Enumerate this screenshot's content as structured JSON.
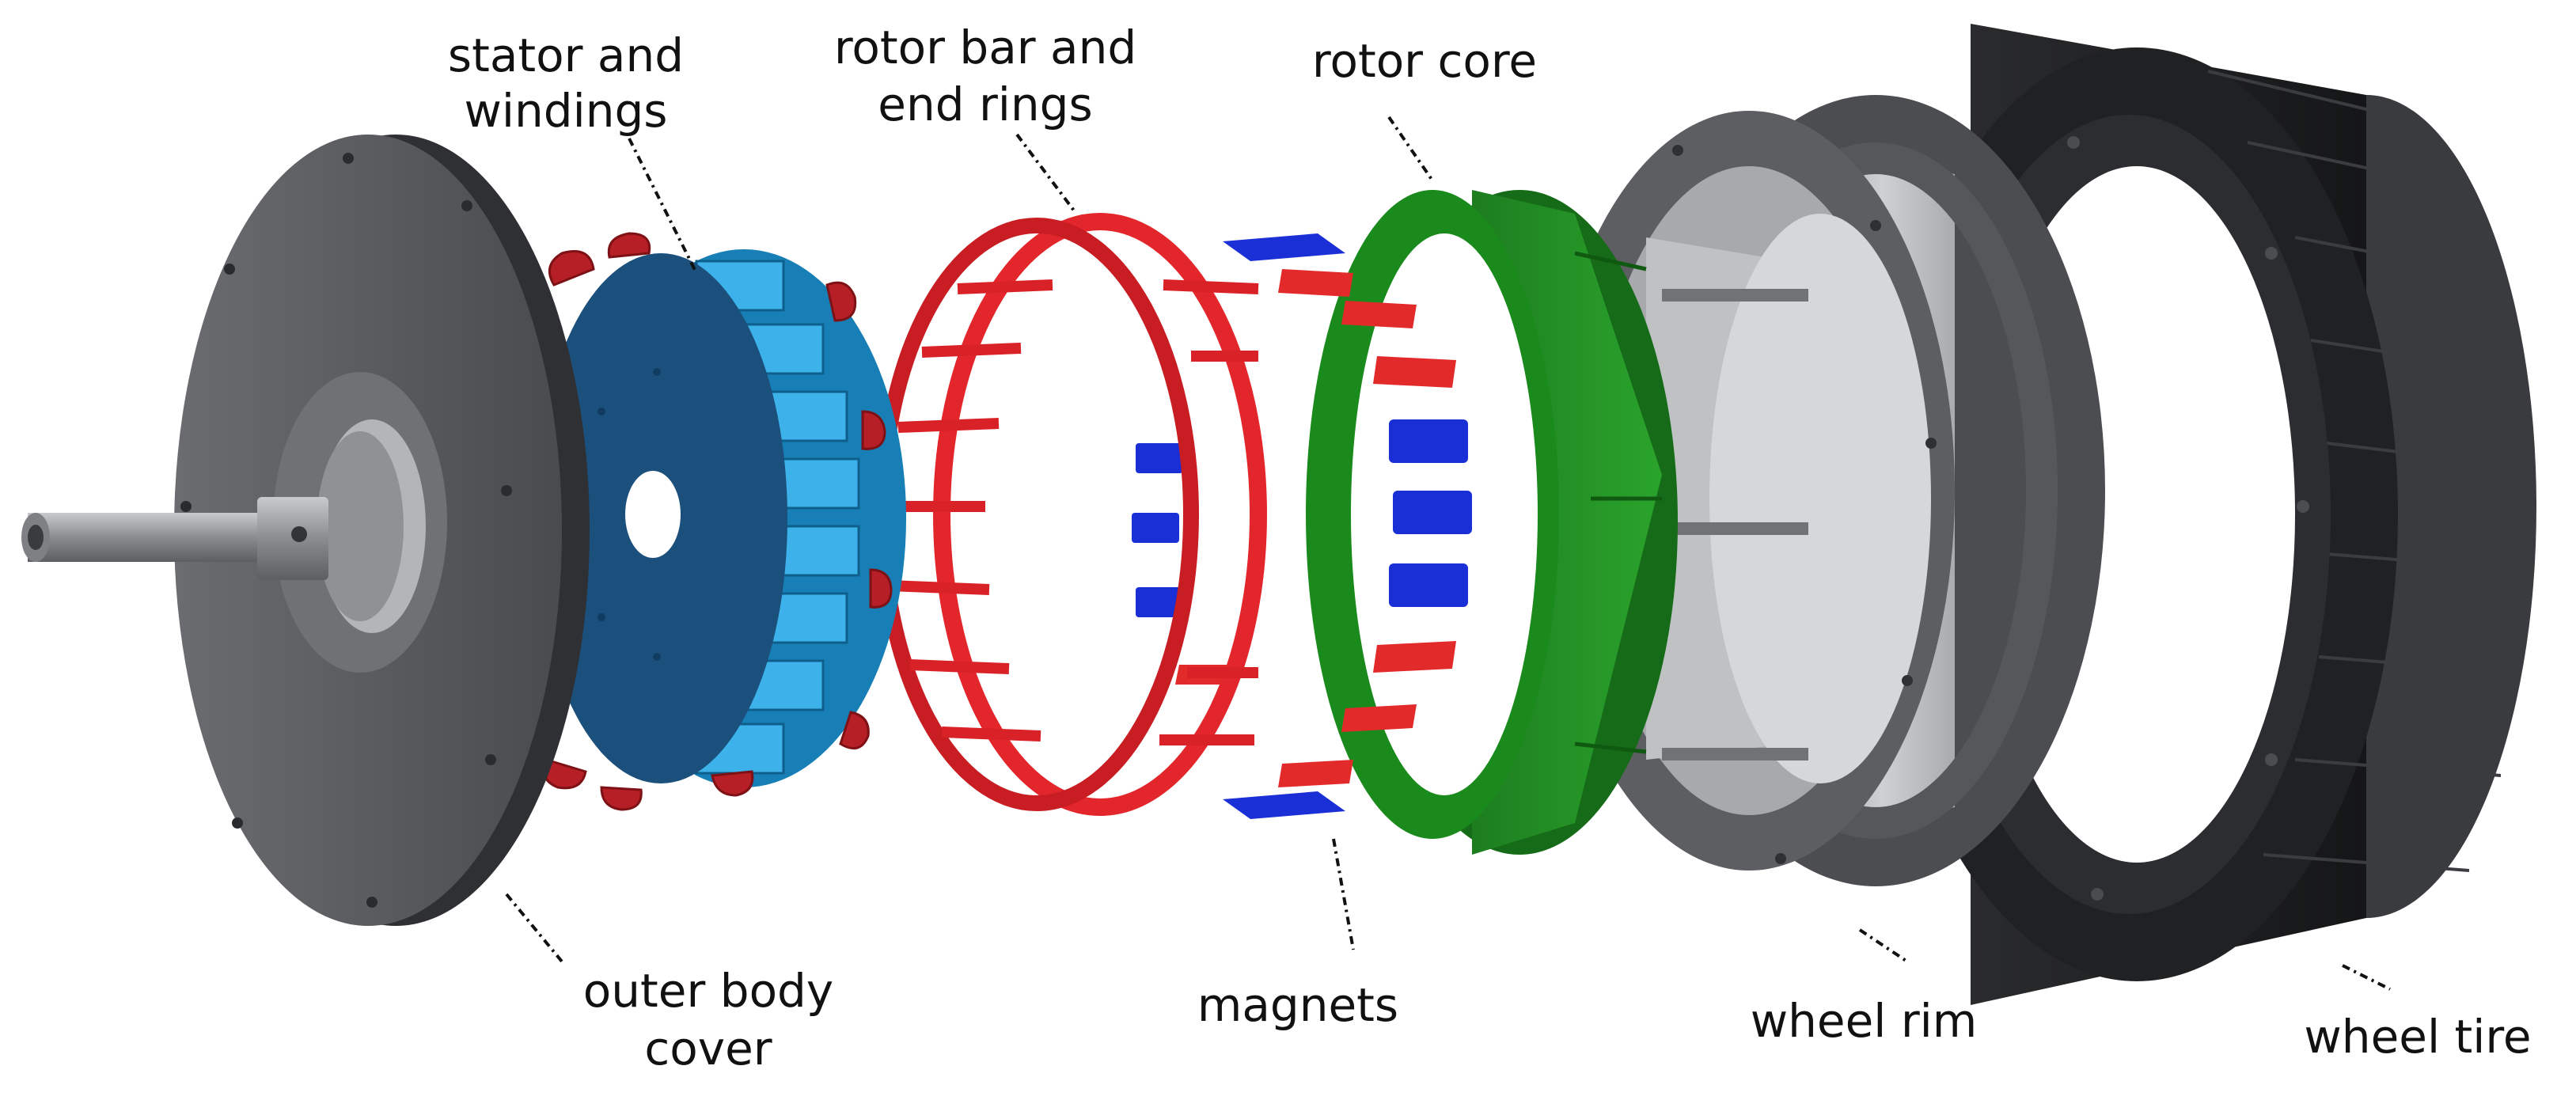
{
  "labels": {
    "stator": [
      "stator and",
      "windings"
    ],
    "rotor_bar": [
      "rotor bar and",
      "end rings"
    ],
    "rotor_core": "rotor core",
    "outer_cover": [
      "outer body",
      "cover"
    ],
    "magnets": "magnets",
    "wheel_rim": "wheel rim",
    "wheel_tire": "wheel tire"
  },
  "colors": {
    "cover": "#5a5c60",
    "stator": "#1e9bd8",
    "windings": "#b51f25",
    "rotor_bar": "#e3262b",
    "magnet_blue": "#1a2fd6",
    "magnet_red": "#e32a2a",
    "rotor_core": "#1f8f20",
    "wheel_rim": "#6d6f73",
    "wheel_tire": "#1f2022"
  }
}
